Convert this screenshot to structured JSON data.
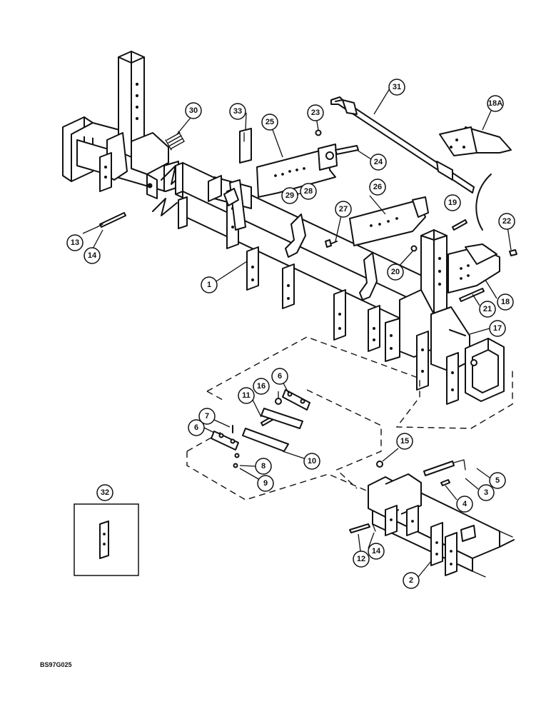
{
  "callouts": [
    "1",
    "2",
    "3",
    "4",
    "5",
    "6",
    "6",
    "7",
    "8",
    "9",
    "10",
    "11",
    "12",
    "13",
    "14",
    "14",
    "15",
    "16",
    "17",
    "18",
    "18A",
    "19",
    "20",
    "21",
    "22",
    "23",
    "24",
    "25",
    "26",
    "27",
    "28",
    "29",
    "30",
    "31",
    "32",
    "33"
  ],
  "drawing_code": "BS97G025"
}
